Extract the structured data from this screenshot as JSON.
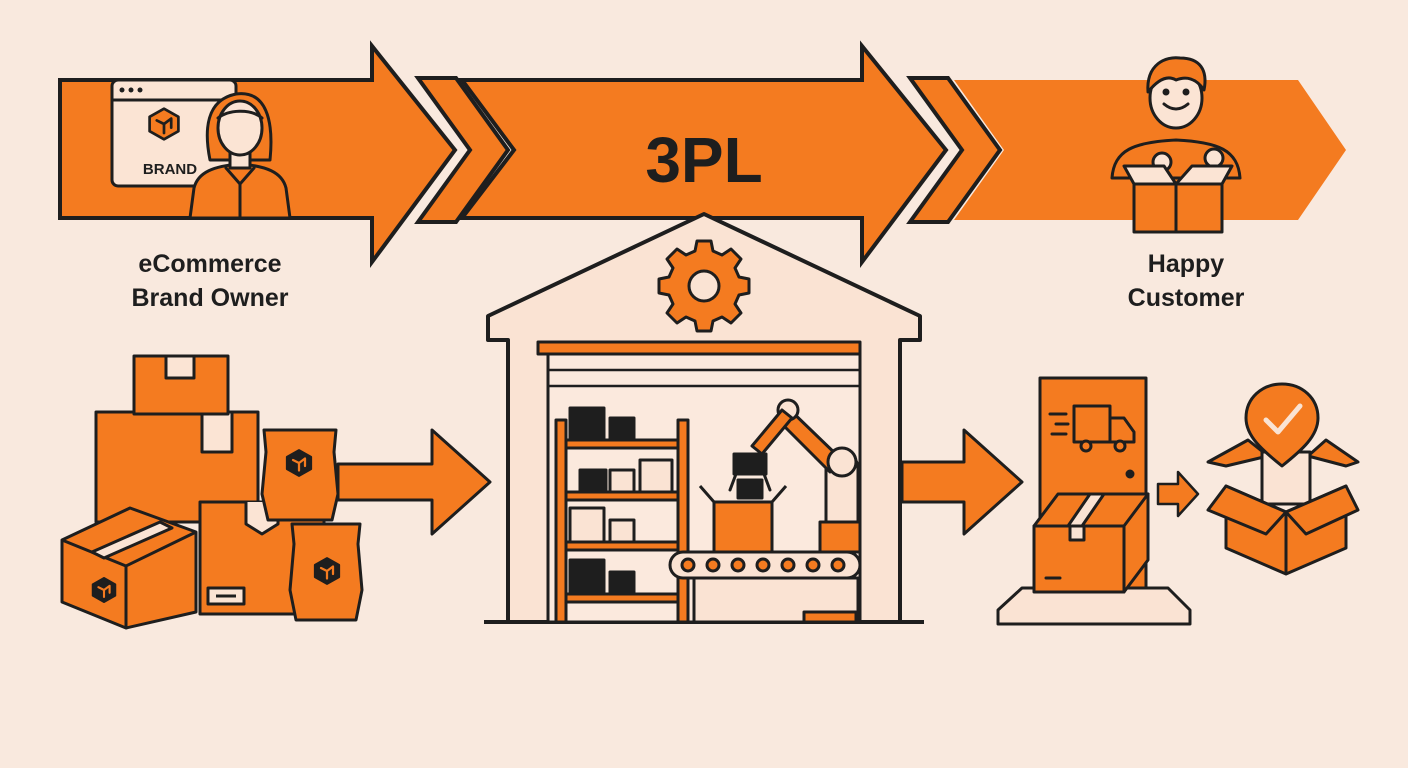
{
  "diagram": {
    "banner": {
      "title": "3PL"
    },
    "brand_owner": {
      "window_label": "BRAND",
      "label_line1": "eCommerce",
      "label_line2": "Brand Owner"
    },
    "customer": {
      "label_line1": "Happy",
      "label_line2": "Customer"
    },
    "stages": [
      "inventory-boxes",
      "warehouse",
      "delivery",
      "unboxing"
    ],
    "icons": [
      "gear-icon",
      "truck-icon",
      "check-badge-icon",
      "brand-logo-icon"
    ],
    "colors": {
      "accent": "#F47B20",
      "background": "#F9E9DE",
      "outline": "#1E1E1E",
      "building": "#FAE3D3"
    }
  }
}
